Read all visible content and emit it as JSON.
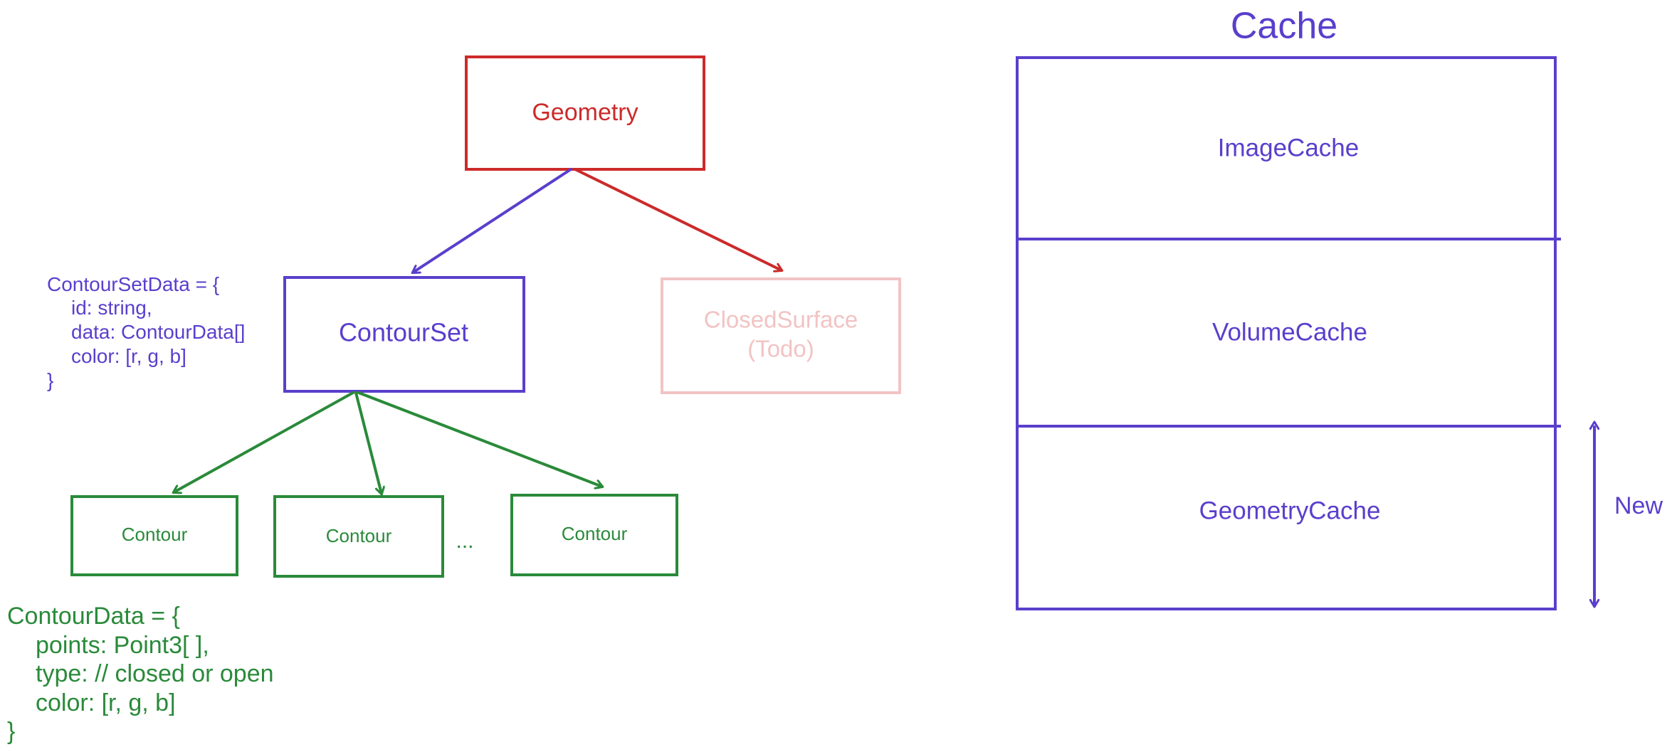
{
  "colors": {
    "red": "#cc2a2a",
    "purple": "#5a3fcc",
    "green": "#2a8a3a",
    "pink": "#f2c3c3",
    "background": "#ffffff"
  },
  "hierarchy": {
    "root": "Geometry",
    "contour_set": "ContourSet",
    "closed_surface_line1": "ClosedSurface",
    "closed_surface_line2": "(Todo)",
    "contours": [
      "Contour",
      "Contour",
      "Contour"
    ],
    "ellipsis": "..."
  },
  "contour_set_data": [
    "ContourSetData = {",
    "id: string,",
    "data: ContourData[]",
    "color: [r, g, b]",
    "}"
  ],
  "contour_data": [
    "ContourData = {",
    "points: Point3[ ],",
    "type: // closed or open",
    "color: [r, g, b]",
    "}"
  ],
  "cache": {
    "title": "Cache",
    "sections": [
      "ImageCache",
      "VolumeCache",
      "GeometryCache"
    ],
    "new_label": "New"
  }
}
